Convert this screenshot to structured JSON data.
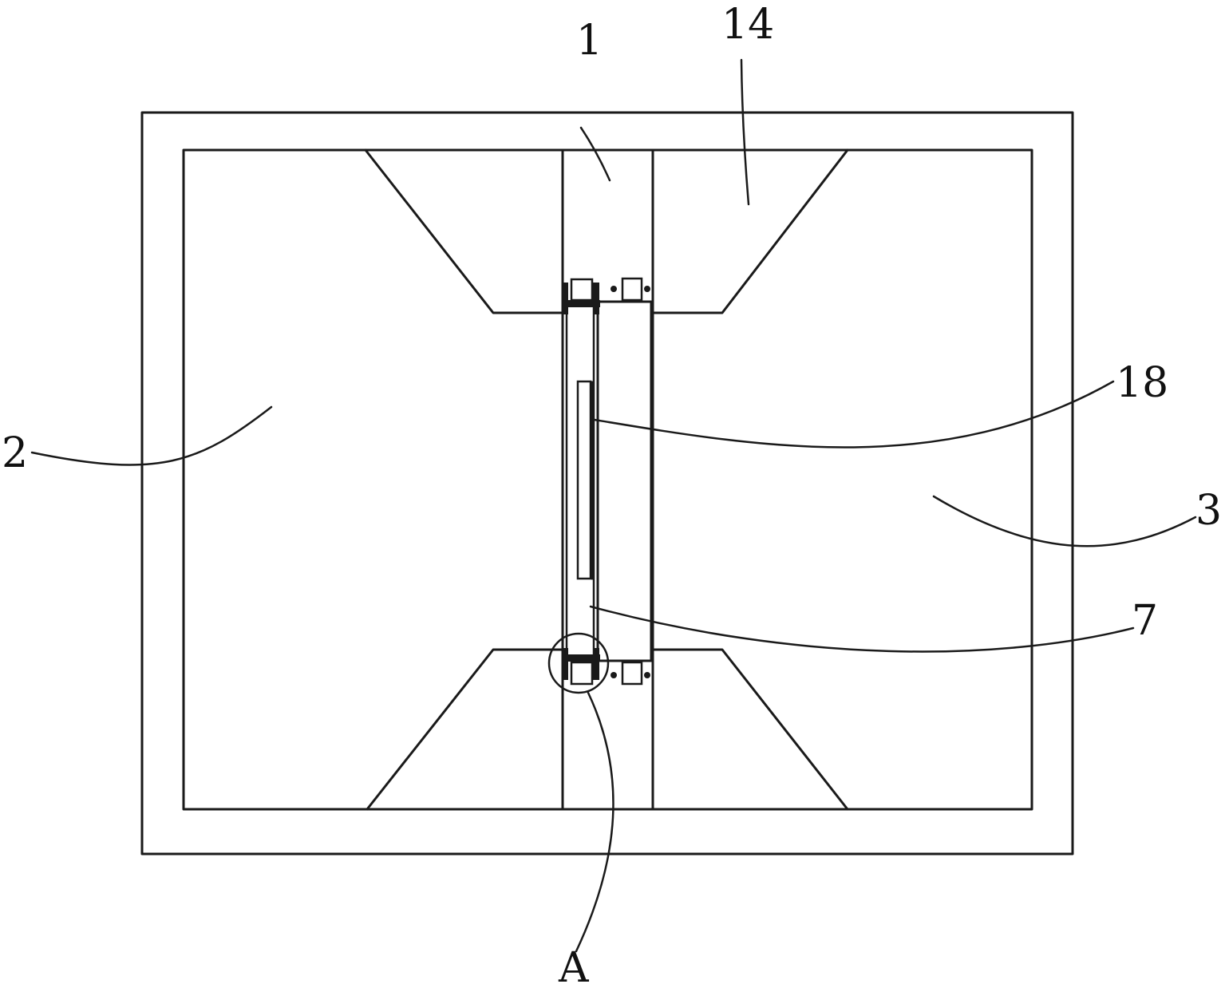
{
  "labels": {
    "l1": "1",
    "l14": "14",
    "l18": "18",
    "l2": "2",
    "l3": "3",
    "l7": "7",
    "lA": "A"
  },
  "colors": {
    "line": "#1a1a1a",
    "background": "#ffffff"
  }
}
